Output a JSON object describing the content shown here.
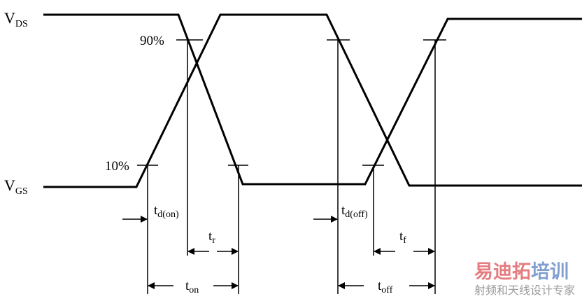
{
  "signals": {
    "vds": {
      "main": "V",
      "sub": "DS"
    },
    "vgs": {
      "main": "V",
      "sub": "GS"
    }
  },
  "levels": {
    "high": "90%",
    "low": "10%"
  },
  "intervals": {
    "td_on": {
      "main": "t",
      "sub": "d(on)"
    },
    "tr": {
      "main": "t",
      "sub": "r"
    },
    "ton": {
      "main": "t",
      "sub": "on"
    },
    "td_off": {
      "main": "t",
      "sub": "d(off)"
    },
    "tf": {
      "main": "t",
      "sub": "f"
    },
    "toff": {
      "main": "t",
      "sub": "off"
    }
  },
  "watermark": {
    "title_red": "易迪拓",
    "title_blue": "培训",
    "subtitle": "射频和天线设计专家",
    "colors": {
      "red": "#e0666a",
      "blue": "#6a8fc8"
    }
  }
}
